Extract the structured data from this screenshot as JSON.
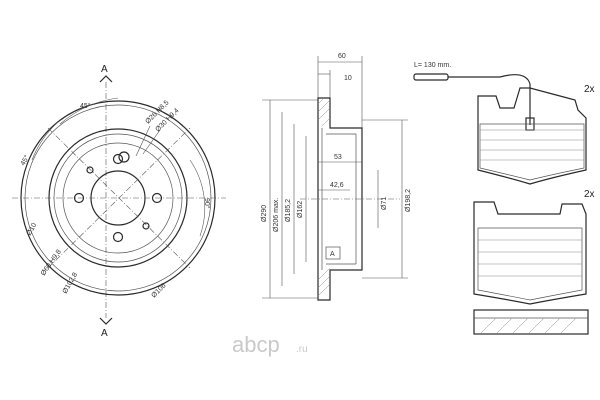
{
  "disc_front": {
    "section_marker": "A",
    "angle_labels": [
      "45°",
      "45°",
      "90°"
    ],
    "hole_labels": [
      "Ø26 H8,5",
      "Ø30 H9,4",
      "Ø10",
      "Ø60 H9,8",
      "Ø102,8",
      "Ø106"
    ]
  },
  "disc_section": {
    "top_dims": [
      "60",
      "10"
    ],
    "diameters": [
      "Ø290",
      "Ø206 max.",
      "Ø185,2",
      "Ø162",
      "Ø71",
      "Ø198,2"
    ],
    "inner_dims": [
      "53",
      "42,6"
    ],
    "section_marker": "A"
  },
  "pads": {
    "sensor_label": "L= 130 mm.",
    "quantity_top": "2x",
    "quantity_bottom": "2x"
  },
  "watermark": {
    "main": "abcp",
    "suffix": ".ru"
  }
}
